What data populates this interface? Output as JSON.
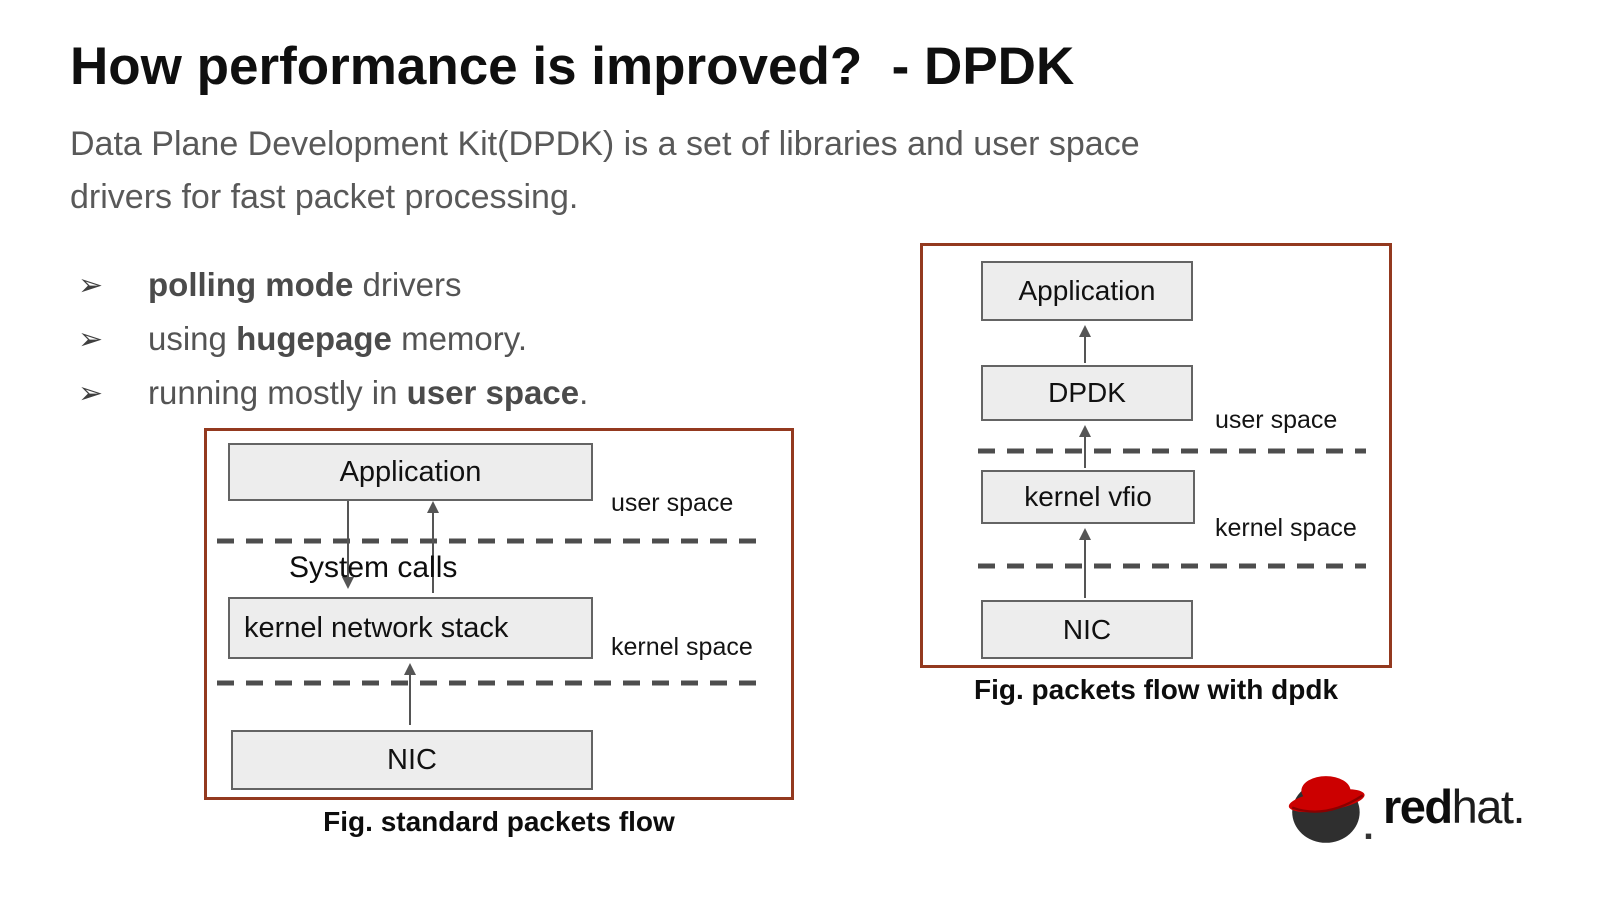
{
  "header": {
    "title": "How performance is improved?  - DPDK"
  },
  "intro": {
    "line1": "Data Plane Development Kit(DPDK) is a set of libraries and user space",
    "line2": "drivers for fast packet processing."
  },
  "bullets": {
    "marker": "➢",
    "items": [
      {
        "pre": "",
        "bold": "polling mode",
        "post": " drivers"
      },
      {
        "pre": "using ",
        "bold": "hugepage",
        "post": " memory."
      },
      {
        "pre": "running mostly in ",
        "bold": "user space",
        "post": "."
      }
    ]
  },
  "fig_standard": {
    "caption": "Fig. standard packets flow",
    "box_application": "Application",
    "box_kernel_stack": "kernel network stack",
    "box_nic": "NIC",
    "label_user_space": "user space",
    "label_kernel_space": "kernel space",
    "label_system_calls": "System calls"
  },
  "fig_dpdk": {
    "caption": "Fig. packets flow with dpdk",
    "box_application": "Application",
    "box_dpdk": "DPDK",
    "box_kernel_vfio": "kernel vfio",
    "box_nic": "NIC",
    "label_user_space": "user space",
    "label_kernel_space": "kernel space"
  },
  "logo": {
    "brand_bold": "red",
    "brand_rest": "hat."
  },
  "colors": {
    "frame_red": "#93391f",
    "box_fill": "#ededed",
    "box_border": "#646464",
    "body_gray": "#595959",
    "dash_gray": "#4d4d4d",
    "hat_red": "#cc0000",
    "shadow_dark": "#2f2f2f"
  }
}
